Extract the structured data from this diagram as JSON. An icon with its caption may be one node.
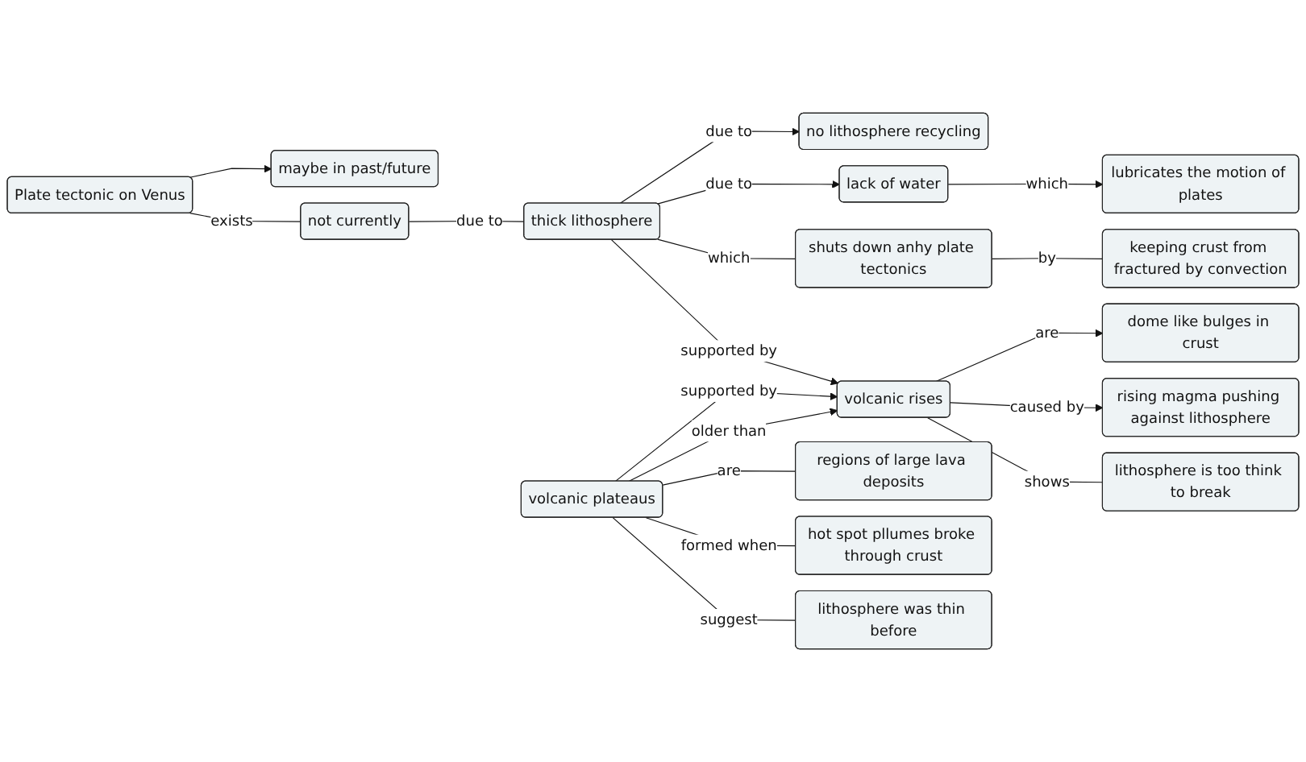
{
  "diagram": {
    "nodes": [
      {
        "text": [
          "Plate tectonic on Venus"
        ]
      },
      {
        "text": [
          "maybe in past/future"
        ]
      },
      {
        "text": [
          "not currently"
        ]
      },
      {
        "text": [
          "no lithosphere recycling"
        ]
      },
      {
        "text": [
          "thick lithosphere"
        ]
      },
      {
        "text": [
          "lack of water"
        ]
      },
      {
        "text": [
          "lubricates the motion of plates"
        ]
      },
      {
        "text": [
          "volcanic rises"
        ]
      },
      {
        "text": [
          "shuts down anhy plate tectonics"
        ]
      },
      {
        "text": [
          "dome like bulges in crust"
        ]
      },
      {
        "text": [
          "volcanic plateaus"
        ]
      },
      {
        "text": [
          "keeping crust from fractured by convection"
        ]
      },
      {
        "text": [
          "rising magma pushing against lithosphere"
        ]
      },
      {
        "text": [
          "lithosphere is too think to break"
        ]
      },
      {
        "text": [
          "regions of large lava deposits"
        ]
      },
      {
        "text": [
          "hot spot pllumes broke through crust"
        ]
      },
      {
        "text": [
          "lithosphere was thin before"
        ]
      }
    ],
    "edges": [
      {
        "from": 0,
        "to": 1,
        "arrow": "to"
      },
      {
        "from": 0,
        "to": 2,
        "arrow": "none",
        "label": "exists"
      },
      {
        "from": 2,
        "to": 4,
        "arrow": "none",
        "label": "due to"
      },
      {
        "from": 4,
        "to": 3,
        "arrow": "to",
        "label": "due to"
      },
      {
        "from": 4,
        "to": 5,
        "arrow": "to",
        "label": "due to"
      },
      {
        "from": 5,
        "to": 6,
        "arrow": "to",
        "label": "which"
      },
      {
        "from": 4,
        "to": 8,
        "arrow": "none",
        "label": "which"
      },
      {
        "from": 8,
        "to": 11,
        "arrow": "none",
        "label": "by"
      },
      {
        "from": 4,
        "to": 7,
        "arrow": "to",
        "label": "supported by"
      },
      {
        "from": 10,
        "to": 7,
        "arrow": "to",
        "label": "supported by"
      },
      {
        "from": 10,
        "to": 7,
        "arrow": "to",
        "label": "older than"
      },
      {
        "from": 7,
        "to": 9,
        "arrow": "to",
        "label": "are"
      },
      {
        "from": 7,
        "to": 12,
        "arrow": "to",
        "label": "caused by"
      },
      {
        "from": 7,
        "to": 13,
        "arrow": "none",
        "label": "shows"
      },
      {
        "from": 10,
        "to": 14,
        "arrow": "none",
        "label": "are"
      },
      {
        "from": 10,
        "to": 15,
        "arrow": "none",
        "label": "formed when"
      },
      {
        "from": 10,
        "to": 16,
        "arrow": "none",
        "label": "suggest"
      }
    ]
  }
}
